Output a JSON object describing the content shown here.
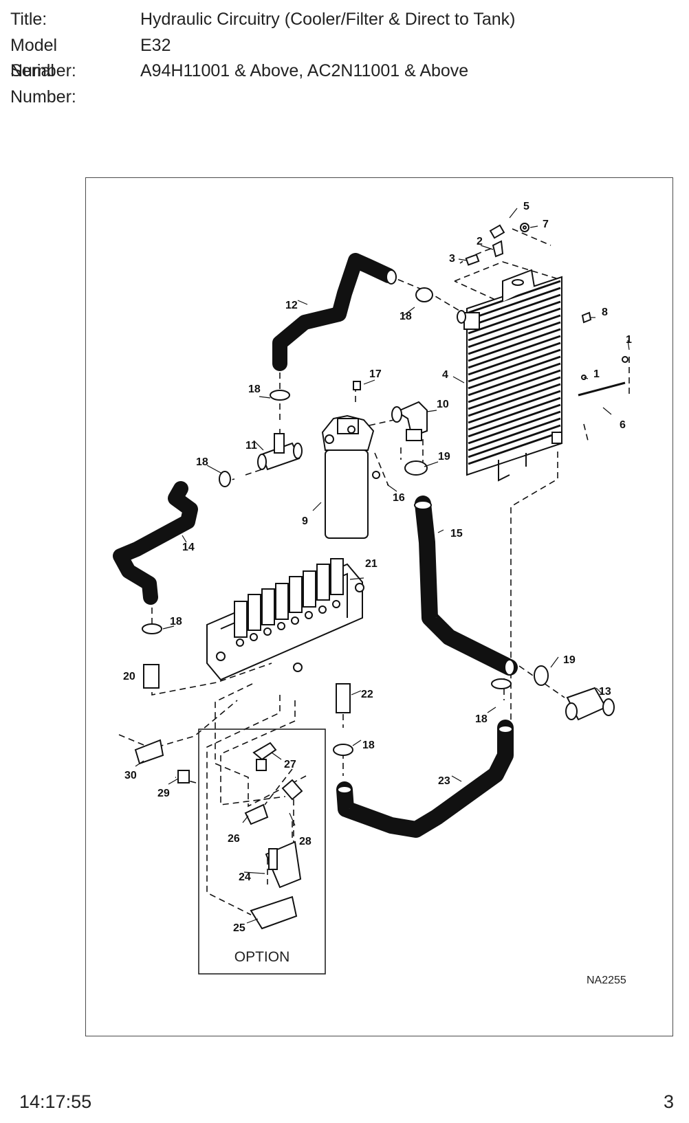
{
  "header": {
    "title_label": "Title:",
    "title_value": "Hydraulic Circuitry (Cooler/Filter & Direct to Tank)",
    "model_label": "Model Number:",
    "model_value": "E32",
    "serial_label": "Serial Number:",
    "serial_value": "A94H11001 & Above, AC2N11001 & Above"
  },
  "figure": {
    "callouts": [
      "1",
      "1",
      "2",
      "3",
      "4",
      "5",
      "6",
      "7",
      "8",
      "9",
      "10",
      "11",
      "12",
      "13",
      "14",
      "15",
      "16",
      "17",
      "18",
      "18",
      "18",
      "18",
      "18",
      "18",
      "19",
      "19",
      "20",
      "21",
      "22",
      "23",
      "24",
      "25",
      "26",
      "27",
      "28",
      "29",
      "30"
    ],
    "option_label": "OPTION",
    "figure_id": "NA2255"
  },
  "footer": {
    "time": "14:17:55",
    "page": "3"
  }
}
